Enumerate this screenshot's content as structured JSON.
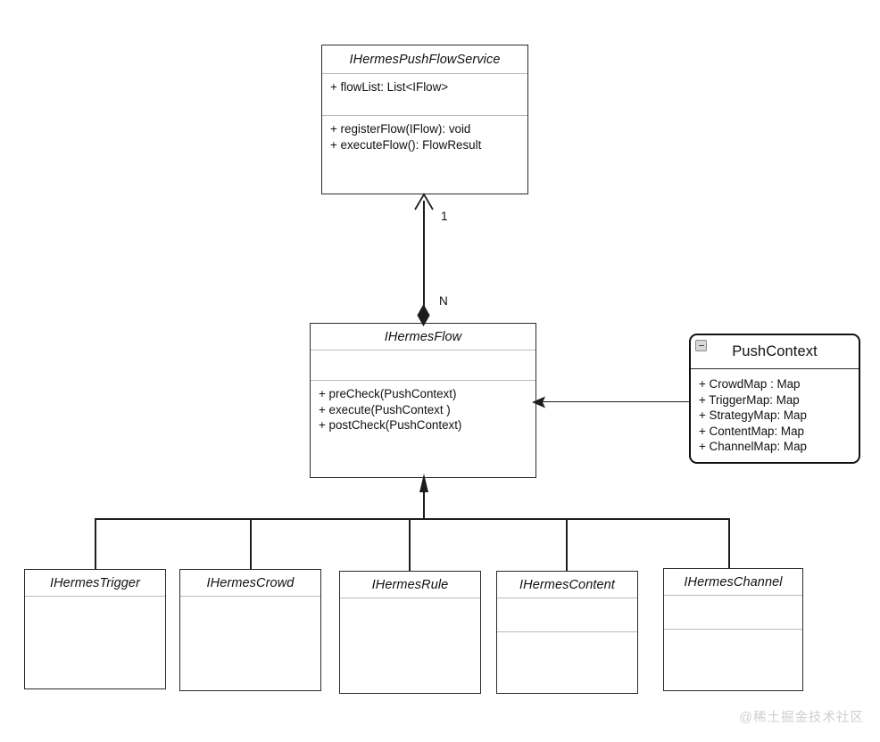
{
  "diagram": {
    "type": "uml-class-diagram",
    "background": "#ffffff",
    "line_color": "#1d1d1d",
    "separator_color": "#b9b9b9"
  },
  "classes": {
    "push_flow_service": {
      "name": "IHermesPushFlowService",
      "stereotype": "interface",
      "attributes": [
        "+ flowList: List<IFlow>"
      ],
      "operations": [
        "+ registerFlow(IFlow): void",
        "+ executeFlow(): FlowResult"
      ]
    },
    "hermes_flow": {
      "name": "IHermesFlow",
      "stereotype": "interface",
      "attributes": [],
      "operations": [
        "+ preCheck(PushContext)",
        "+ execute(PushContext )",
        "+ postCheck(PushContext)"
      ]
    },
    "push_context": {
      "name": "PushContext",
      "stereotype": "class",
      "collapse_icon": "minus-icon",
      "attributes": [
        "+ CrowdMap : Map",
        "+ TriggerMap: Map",
        "+  StrategyMap: Map",
        "+  ContentMap: Map",
        "+  ChannelMap: Map"
      ]
    },
    "subclasses": [
      {
        "name": "IHermesTrigger",
        "compartments": 2
      },
      {
        "name": "IHermesCrowd",
        "compartments": 2
      },
      {
        "name": "IHermesRule",
        "compartments": 2
      },
      {
        "name": "IHermesContent",
        "compartments": 3
      },
      {
        "name": "IHermesChannel",
        "compartments": 3
      }
    ]
  },
  "relationships": {
    "composition": {
      "from": "IHermesFlow",
      "to": "IHermesPushFlowService",
      "source_multiplicity": "N",
      "target_multiplicity": "1",
      "source_marker": "filled-diamond",
      "target_marker": "open-arrow"
    },
    "generalization": {
      "from": [
        "IHermesTrigger",
        "IHermesCrowd",
        "IHermesRule",
        "IHermesContent",
        "IHermesChannel"
      ],
      "to": "IHermesFlow",
      "marker": "filled-triangle"
    },
    "dependency": {
      "from": "PushContext",
      "to": "IHermesFlow",
      "marker": "filled-arrow"
    }
  },
  "watermark": {
    "text": "@稀土掘金技术社区"
  }
}
